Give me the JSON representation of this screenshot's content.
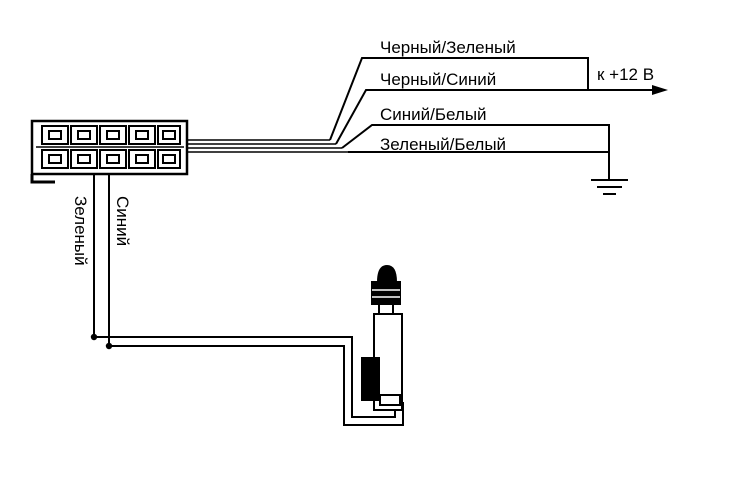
{
  "wires": {
    "black_green": "Черный/Зеленый",
    "black_blue": "Черный/Синий",
    "blue_white": "Синий/Белый",
    "green_white": "Зеленый/Белый",
    "green": "Зеленый",
    "blue": "Синий"
  },
  "power_label": "к +12 В",
  "colors": {
    "line": "#000000",
    "background": "#ffffff"
  }
}
